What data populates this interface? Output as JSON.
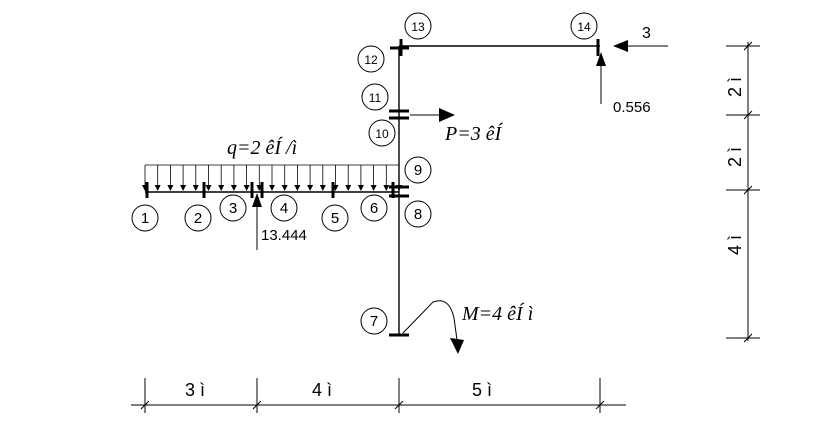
{
  "nodes": [
    "1",
    "2",
    "3",
    "4",
    "5",
    "6",
    "7",
    "8",
    "9",
    "10",
    "11",
    "12",
    "13",
    "14"
  ],
  "loads": {
    "distributed": "q=2 êÍ /ì",
    "point": "P=3 êÍ",
    "moment": "M=4 êÍ ì",
    "top_force": "3"
  },
  "reactions": {
    "support": "13.444",
    "top_right": "0.556"
  },
  "dimensions": {
    "bottom": [
      "3 ì",
      "4 ì",
      "5 ì"
    ],
    "right": [
      "2 ì",
      "2 ì",
      "4 ì"
    ]
  }
}
